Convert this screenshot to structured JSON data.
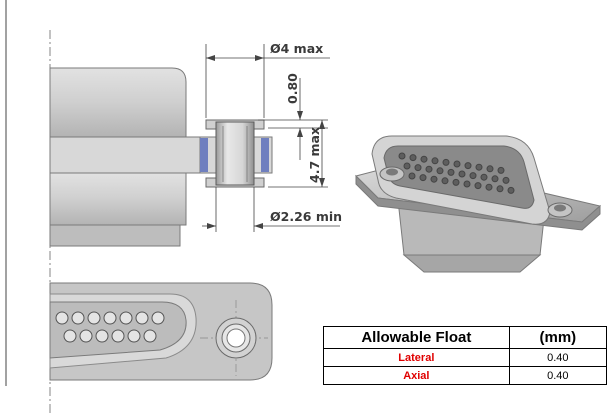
{
  "dimensions": {
    "outer_diameter": "Ø4 max",
    "offset": "0.80",
    "height": "4.7 max",
    "inner_diameter": "Ø2.26 min"
  },
  "float_table": {
    "header_property": "Allowable Float",
    "header_unit": "(mm)",
    "rows": [
      {
        "label": "Lateral",
        "value": "0.40"
      },
      {
        "label": "Axial",
        "value": "0.40"
      }
    ]
  },
  "colors": {
    "part_gray": "#c9c9c9",
    "washer_blue": "#6f7fbf",
    "table_label_red": "#e00000"
  }
}
